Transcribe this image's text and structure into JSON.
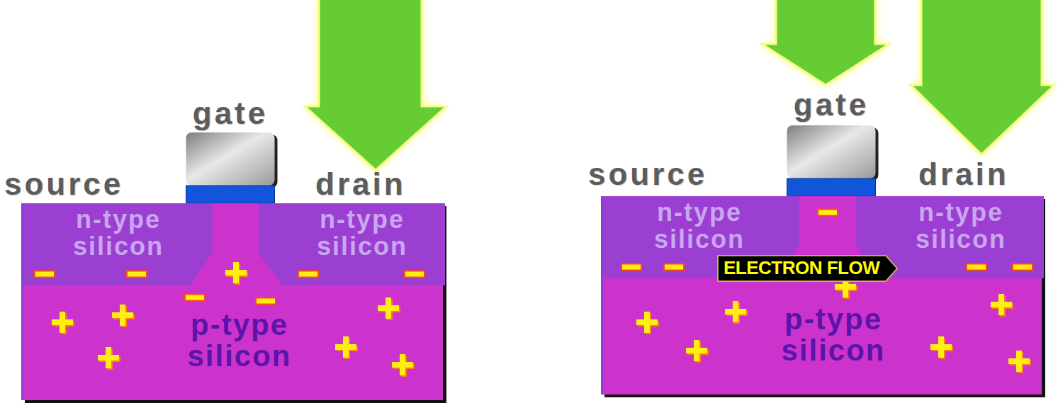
{
  "diagram": {
    "nodes": [
      {
        "text": [
          "gate"
        ]
      },
      {
        "text": [
          "p-type silicon"
        ]
      },
      {
        "text": [
          "n-type silicon"
        ],
        "in": 1
      },
      {
        "text": [
          "n-type silicon"
        ],
        "in": 1
      },
      {
        "text": [
          "gate"
        ]
      },
      {
        "text": [
          "p-type silicon"
        ]
      },
      {
        "text": [
          "n-type silicon"
        ],
        "in": 5
      },
      {
        "text": [
          "n-type silicon"
        ],
        "in": 5
      },
      {
        "text": [
          "ELECTRON FLOW"
        ],
        "in": 5
      }
    ],
    "labels": [
      "source",
      "drain",
      "source",
      "drain"
    ]
  }
}
